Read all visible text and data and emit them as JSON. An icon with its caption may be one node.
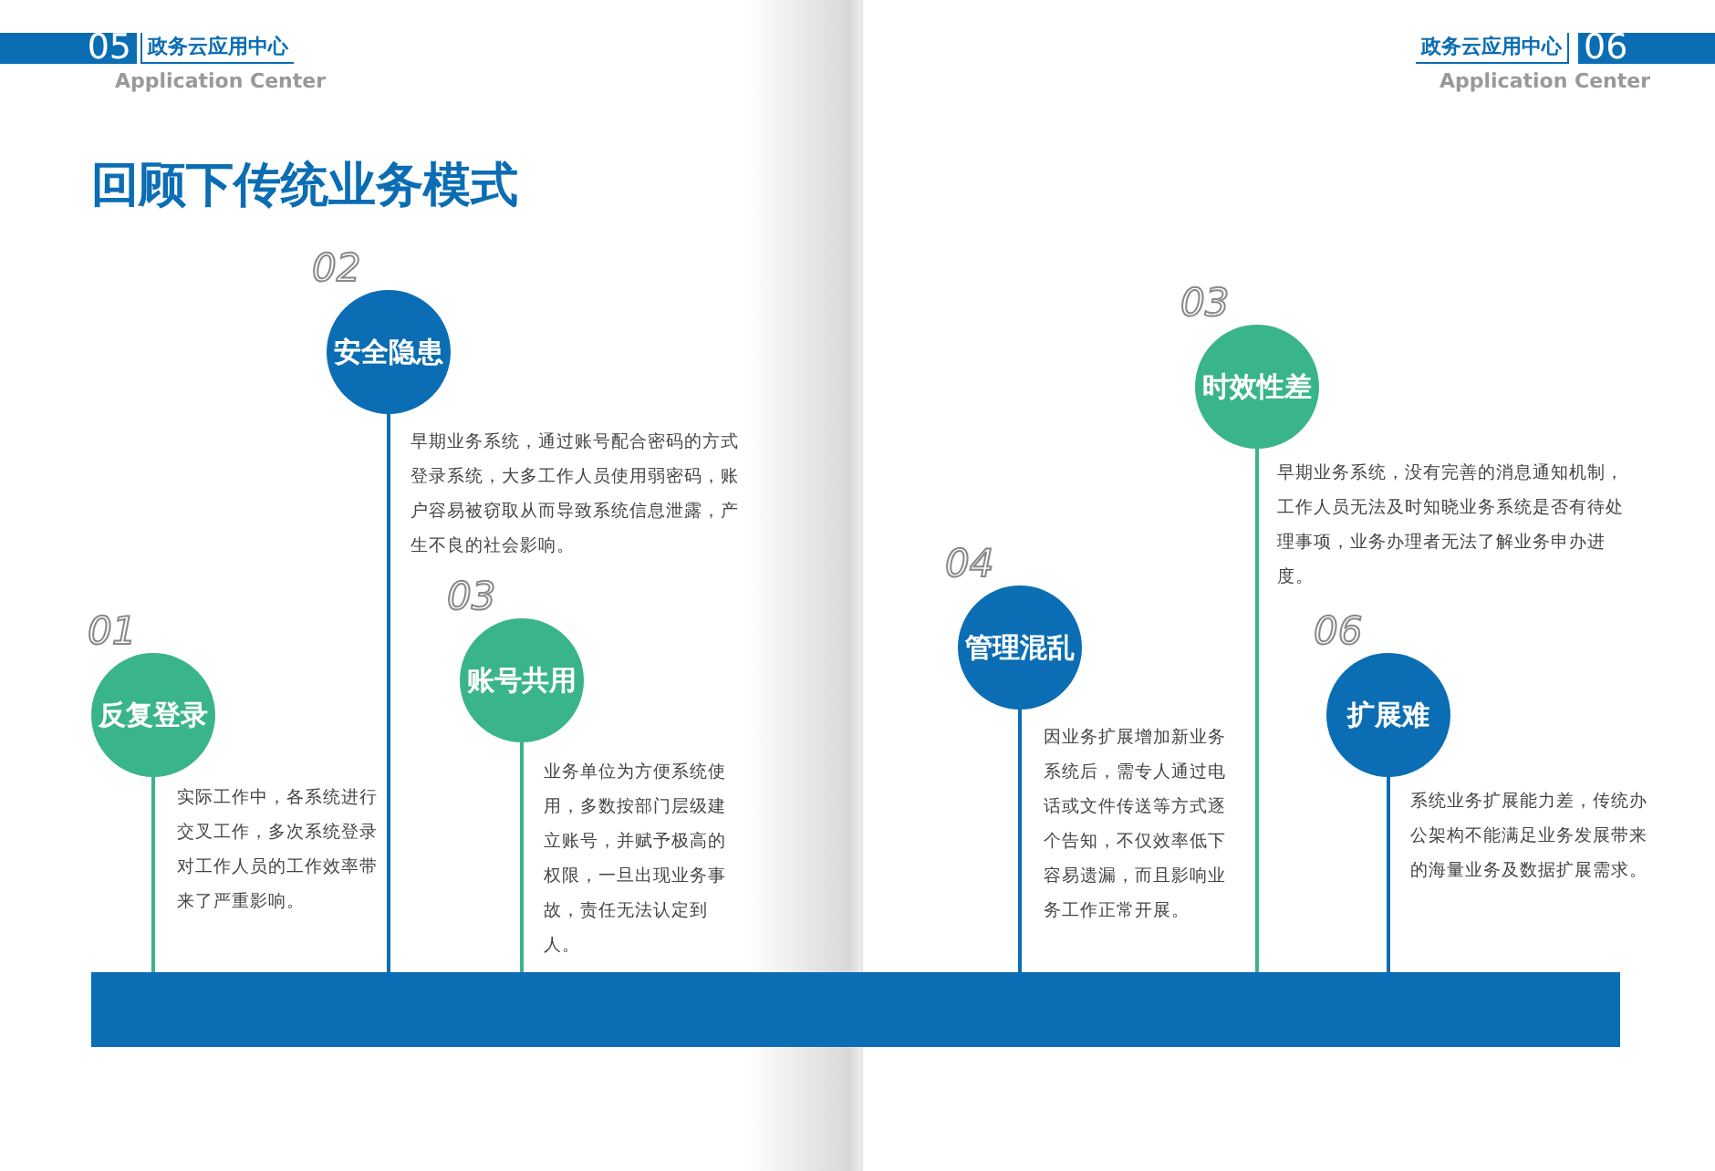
{
  "diagram": {
    "title": "回顾下传统业务模式",
    "nodes": [
      {
        "text": [
          "反复登录"
        ],
        "beside": [
          "01",
          "实际工作中，各系统进行交叉工作，多次系统登录对工作人员的工作效率带来了严重影响。"
        ]
      },
      {
        "text": [
          "安全隐患"
        ],
        "beside": [
          "02",
          "早期业务系统，通过账号配合密码的方式登录系统，大多工作人员使用弱密码，账户容易被窃取从而导致系统信息泄露，产生不良的社会影响。"
        ]
      },
      {
        "text": [
          "账号共用"
        ],
        "beside": [
          "03",
          "业务单位为方便系统使用，多数按部门层级建立账号，并赋予极高的权限，一旦出现业务事故，责任无法认定到人。"
        ]
      },
      {
        "text": [
          "管理混乱"
        ],
        "beside": [
          "04",
          "因业务扩展增加新业务系统后，需专人通过电话或文件传送等方式逐个告知，不仅效率低下容易遗漏，而且影响业务工作正常开展。"
        ]
      },
      {
        "text": [
          "时效性差"
        ],
        "beside": [
          "03",
          "早期业务系统，没有完善的消息通知机制，工作人员无法及时知晓业务系统是否有待处理事项，业务办理者无法了解业务申办进度。"
        ]
      },
      {
        "text": [
          "扩展难"
        ],
        "beside": [
          "06",
          "系统业务扩展能力差，传统办公架构不能满足业务发展带来的海量业务及数据扩展需求。"
        ]
      },
      {
        "text": [],
        "shape": "bar"
      }
    ],
    "edges": [
      {
        "from": 0,
        "to": 6,
        "arrow": "none",
        "color": "#3ab48a"
      },
      {
        "from": 1,
        "to": 6,
        "arrow": "none",
        "color": "#0b6db3"
      },
      {
        "from": 2,
        "to": 6,
        "arrow": "none",
        "color": "#3ab48a"
      },
      {
        "from": 3,
        "to": 6,
        "arrow": "none",
        "color": "#0b6db3"
      },
      {
        "from": 4,
        "to": 6,
        "arrow": "none",
        "color": "#3ab48a"
      },
      {
        "from": 5,
        "to": 6,
        "arrow": "none",
        "color": "#0b6db3"
      }
    ],
    "labels": [
      "05",
      "政务云应用中心",
      "Application Center",
      "政务云应用中心",
      "06",
      "Application Center"
    ]
  }
}
